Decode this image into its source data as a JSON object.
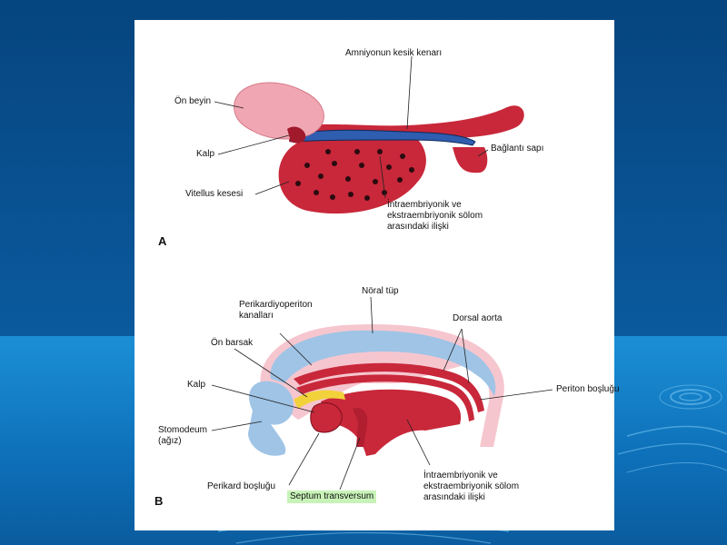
{
  "panel_a": {
    "letter": "A",
    "labels": {
      "amnion_edge": "Amniyonun kesik kenarı",
      "forebrain": "Ön beyin",
      "heart": "Kalp",
      "connecting_stalk": "Bağlantı sapı",
      "yolk_sac": "Vitellus kesesi",
      "coelom_relation": "İntraembriyonik ve\nekstraembriyonik sölom\narasındaki ilişki"
    }
  },
  "panel_b": {
    "letter": "B",
    "labels": {
      "pericardioperitoneal": "Perikardiyoperiton\nkanalları",
      "neural_tube": "Nöral tüp",
      "dorsal_aorta": "Dorsal aorta",
      "foregut": "Ön barsak",
      "heart": "Kalp",
      "peritoneal_cavity": "Periton boşluğu",
      "stomodeum": "Stomodeum\n(ağız)",
      "pericardial_cavity": "Perikard boşluğu",
      "septum_transversum": "Septum transversum",
      "coelom_relation": "İntraembriyonik ve\nekstraembriyonik sölom\narasındaki ilişki"
    }
  },
  "colors": {
    "background_dark": "#0a4f8f",
    "background_light": "#1b8fd6",
    "embryo_red": "#c8283a",
    "embryo_pink": "#f0a7b3",
    "neural_blue": "#9fc4e6",
    "coelom_blue": "#2f5db0",
    "septum_highlight": "#c8f3b8",
    "yolk_yellow": "#f2d23a"
  }
}
